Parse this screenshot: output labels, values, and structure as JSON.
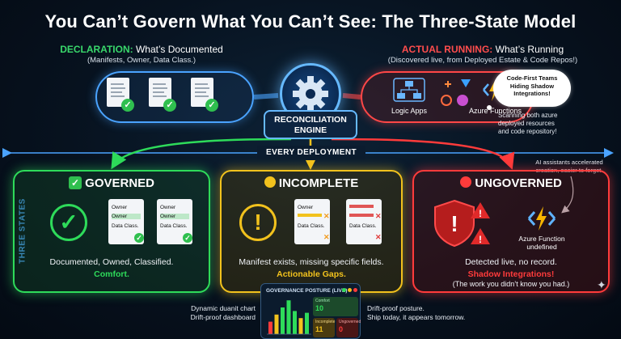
{
  "title": "You Can’t Govern What You Can’t See: The Three-State Model",
  "declaration": {
    "label": "DECLARATION:",
    "text": " What’s Documented",
    "sub": "(Manifests, Owner, Data Class.)"
  },
  "actual": {
    "label": "ACTUAL RUNNING:",
    "text": " What’s Running",
    "sub": "(Discovered live, from Deployed Estate & Code Repos!)",
    "logic_apps": "Logic Apps",
    "azure_functions": "Azure Functions"
  },
  "engine": {
    "line1": "RECONCILIATION",
    "line2": "ENGINE"
  },
  "cloud": {
    "line1": "Code-First Teams",
    "line2": "Hiding Shadow",
    "line3": "Integrations!"
  },
  "scan_note": {
    "line1": "Scanning both azure",
    "line2": "deployed resources",
    "line3": "and code repository!"
  },
  "ai_note": {
    "line1": "AI assistants accelerated",
    "line2": "creation, easier to forget."
  },
  "every_deployment": "EVERY DEPLOYMENT",
  "three_states": "THREE STATES",
  "governed": {
    "icon": "✅",
    "title": "GOVERNED",
    "desc": "Documented, Owned, Classified.",
    "strong": "Comfort.",
    "field1": "Owner",
    "field2": "Owner",
    "field3": "Data Class."
  },
  "incomplete": {
    "title": "INCOMPLETE",
    "desc": "Manifest exists, missing specific fields.",
    "strong": "Actionable Gaps.",
    "field1": "Owner",
    "field2": "Data Class."
  },
  "ungoverned": {
    "title": "UNGOVERNED",
    "desc": "Detected live, no record.",
    "strong": "Shadow Integrations!",
    "sub": "(The work you didn’t know you had.)",
    "af_line1": "Azure Function",
    "af_line2": "undefined"
  },
  "dashboard": {
    "title": "GOVERNANCE POSTURE (LIVE)",
    "tiles": [
      {
        "label": "Comfort",
        "value": "10"
      },
      {
        "label": "Incomplete",
        "value": "11"
      },
      {
        "label": "Ungoverned",
        "value": "0"
      }
    ],
    "bars": [
      0.35,
      0.55,
      0.75,
      0.95,
      0.65,
      0.45,
      0.6
    ],
    "colors": {
      "green": "#2edb5a",
      "yellow": "#f2c21d",
      "red": "#ff3b3b"
    }
  },
  "left_note": {
    "line1": "Dynamic duanit chart",
    "line2": "Drift-proof dashboard"
  },
  "right_note": {
    "line1": "Drift-proof posture.",
    "line2": "Ship today, it appears tomorrow."
  }
}
